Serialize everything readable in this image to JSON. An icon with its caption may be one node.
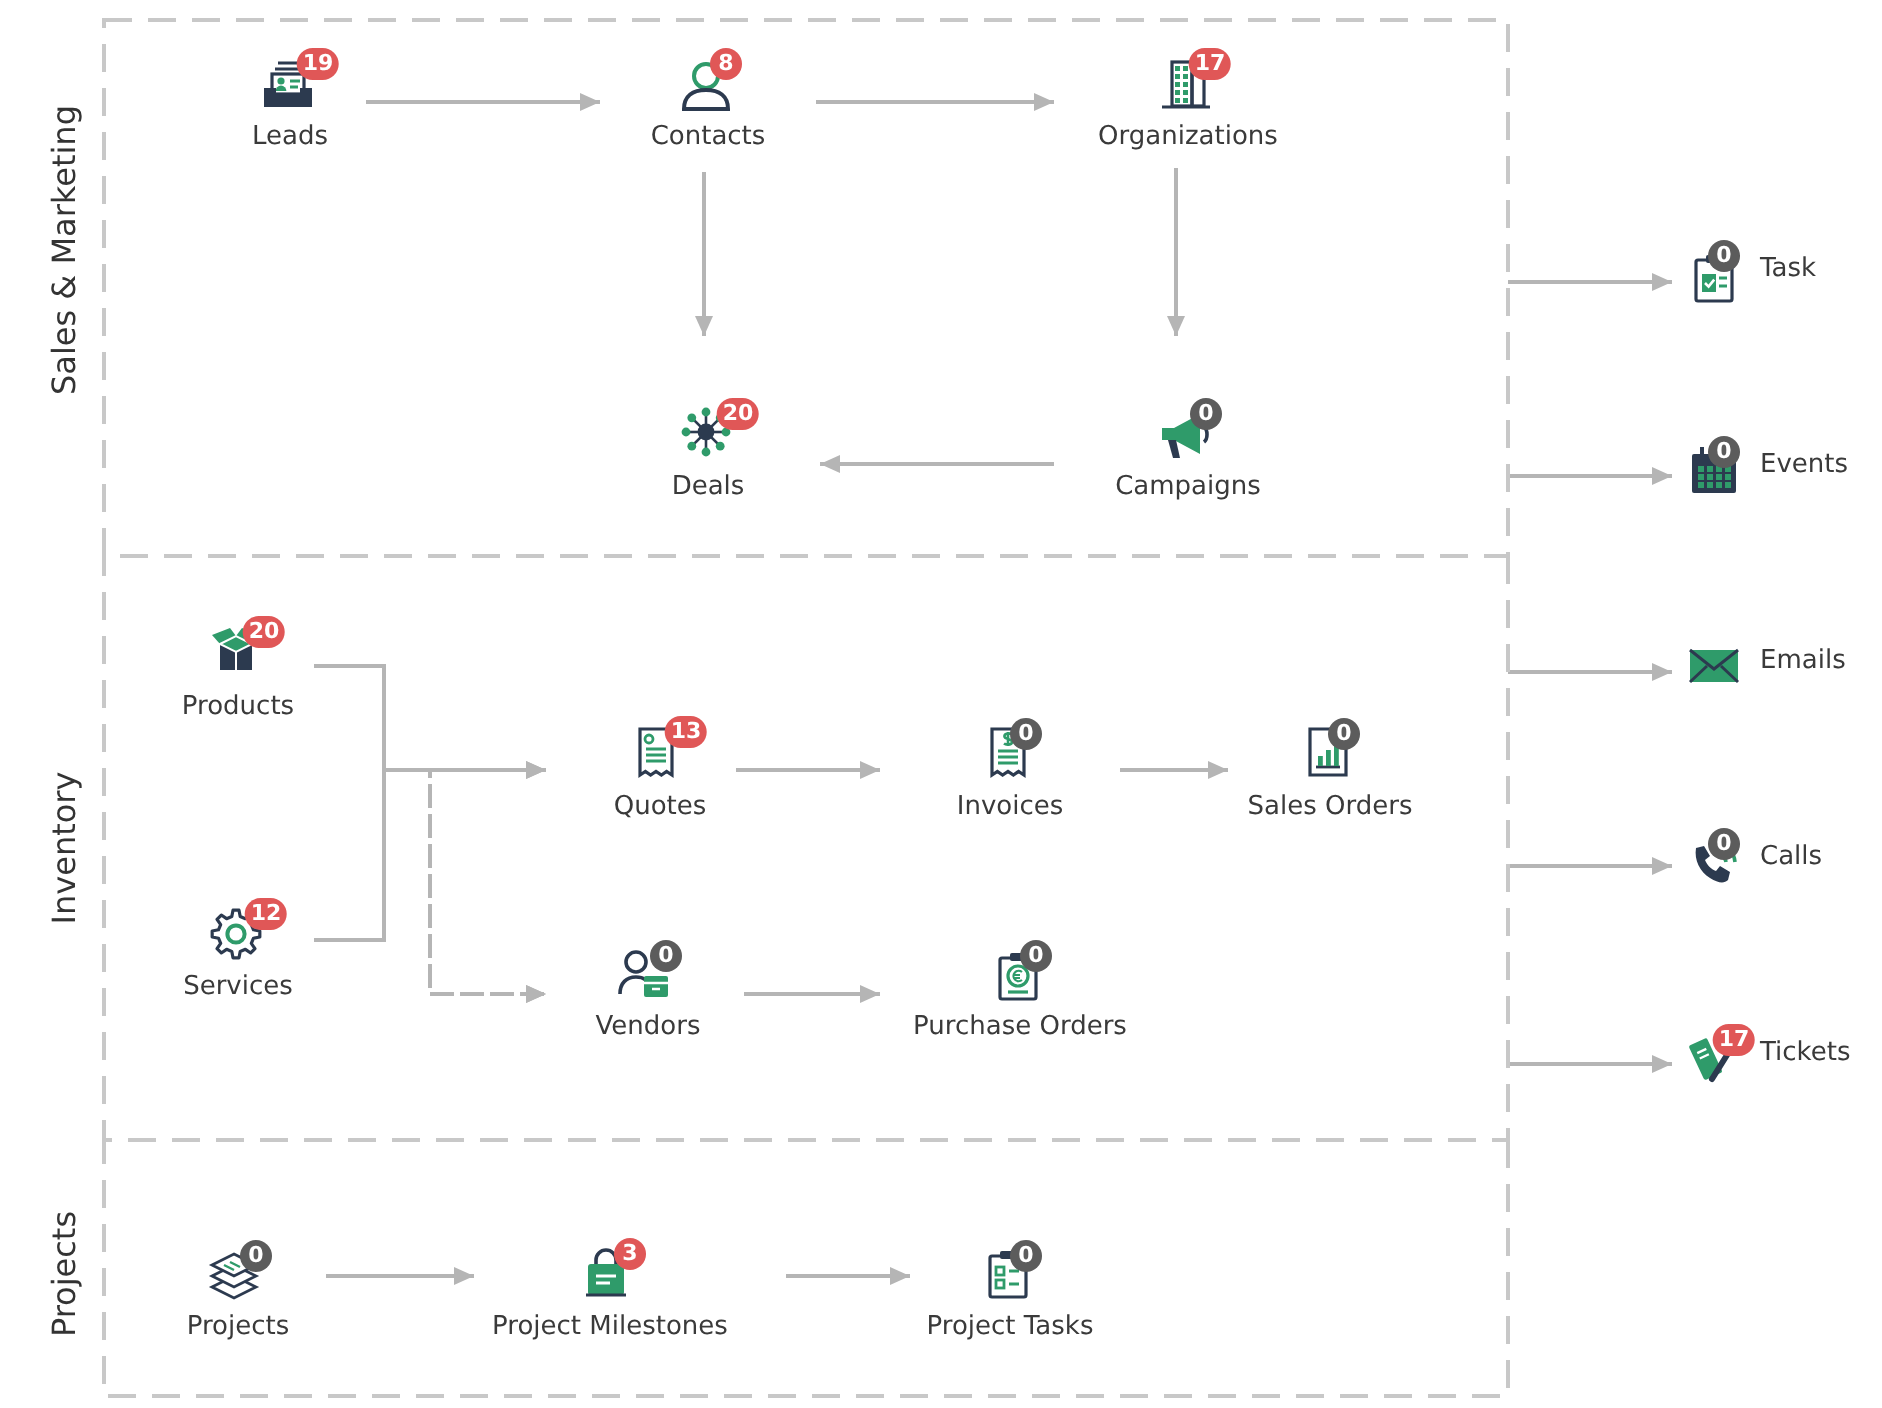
{
  "diagram": {
    "nodes": [
      {
        "text": [
          "Sales & Marketing"
        ]
      },
      {
        "text": [
          "19",
          "Leads"
        ],
        "in": 0
      },
      {
        "text": [
          "8",
          "Contacts"
        ],
        "in": 0
      },
      {
        "text": [
          "17",
          "Organizations"
        ],
        "in": 0
      },
      {
        "text": [
          "20",
          "Deals"
        ],
        "in": 0
      },
      {
        "text": [
          "0",
          "Campaigns"
        ],
        "in": 0
      },
      {
        "text": [
          "Inventory"
        ]
      },
      {
        "text": [
          "20",
          "Products"
        ],
        "in": 6
      },
      {
        "text": [
          "13",
          "Quotes"
        ],
        "in": 6
      },
      {
        "text": [
          "0",
          "Invoices"
        ],
        "in": 6
      },
      {
        "text": [
          "0",
          "Sales Orders"
        ],
        "in": 6
      },
      {
        "text": [
          "12",
          "Services"
        ],
        "in": 6
      },
      {
        "text": [
          "0",
          "Vendors"
        ],
        "in": 6
      },
      {
        "text": [
          "0",
          "Purchase Orders"
        ],
        "in": 6
      },
      {
        "text": [
          "Projects"
        ]
      },
      {
        "text": [
          "0",
          "Projects"
        ],
        "in": 14
      },
      {
        "text": [
          "3",
          "Project Milestones"
        ],
        "in": 14
      },
      {
        "text": [
          "0",
          "Project Tasks"
        ],
        "in": 14
      },
      {
        "text": [
          "0",
          "Task"
        ]
      },
      {
        "text": [
          "0",
          "Events"
        ]
      },
      {
        "text": [
          "Emails"
        ]
      },
      {
        "text": [
          "0",
          "Calls"
        ]
      },
      {
        "text": [
          "17",
          "Tickets"
        ]
      }
    ],
    "edges": [
      {
        "from": 1,
        "to": 2,
        "arrow": "to"
      },
      {
        "from": 2,
        "to": 3,
        "arrow": "to"
      },
      {
        "from": 2,
        "to": 4,
        "arrow": "to"
      },
      {
        "from": 3,
        "to": 5,
        "arrow": "to"
      },
      {
        "from": 5,
        "to": 4,
        "arrow": "to"
      },
      {
        "from": 7,
        "to": 8,
        "arrow": "to"
      },
      {
        "from": 11,
        "to": 8,
        "arrow": "to"
      },
      {
        "from": 7,
        "to": 12,
        "arrow": "to",
        "style": "dashed"
      },
      {
        "from": 11,
        "to": 12,
        "arrow": "to",
        "style": "dashed"
      },
      {
        "from": 8,
        "to": 9,
        "arrow": "to"
      },
      {
        "from": 9,
        "to": 10,
        "arrow": "to"
      },
      {
        "from": 12,
        "to": 13,
        "arrow": "to"
      },
      {
        "from": 15,
        "to": 16,
        "arrow": "to"
      },
      {
        "from": 16,
        "to": 17,
        "arrow": "to"
      },
      {
        "from": 0,
        "to": 18,
        "arrow": "to"
      },
      {
        "from": 0,
        "to": 19,
        "arrow": "to"
      },
      {
        "from": 6,
        "to": 20,
        "arrow": "to"
      },
      {
        "from": 6,
        "to": 21,
        "arrow": "to"
      },
      {
        "from": 6,
        "to": 22,
        "arrow": "to"
      }
    ]
  }
}
